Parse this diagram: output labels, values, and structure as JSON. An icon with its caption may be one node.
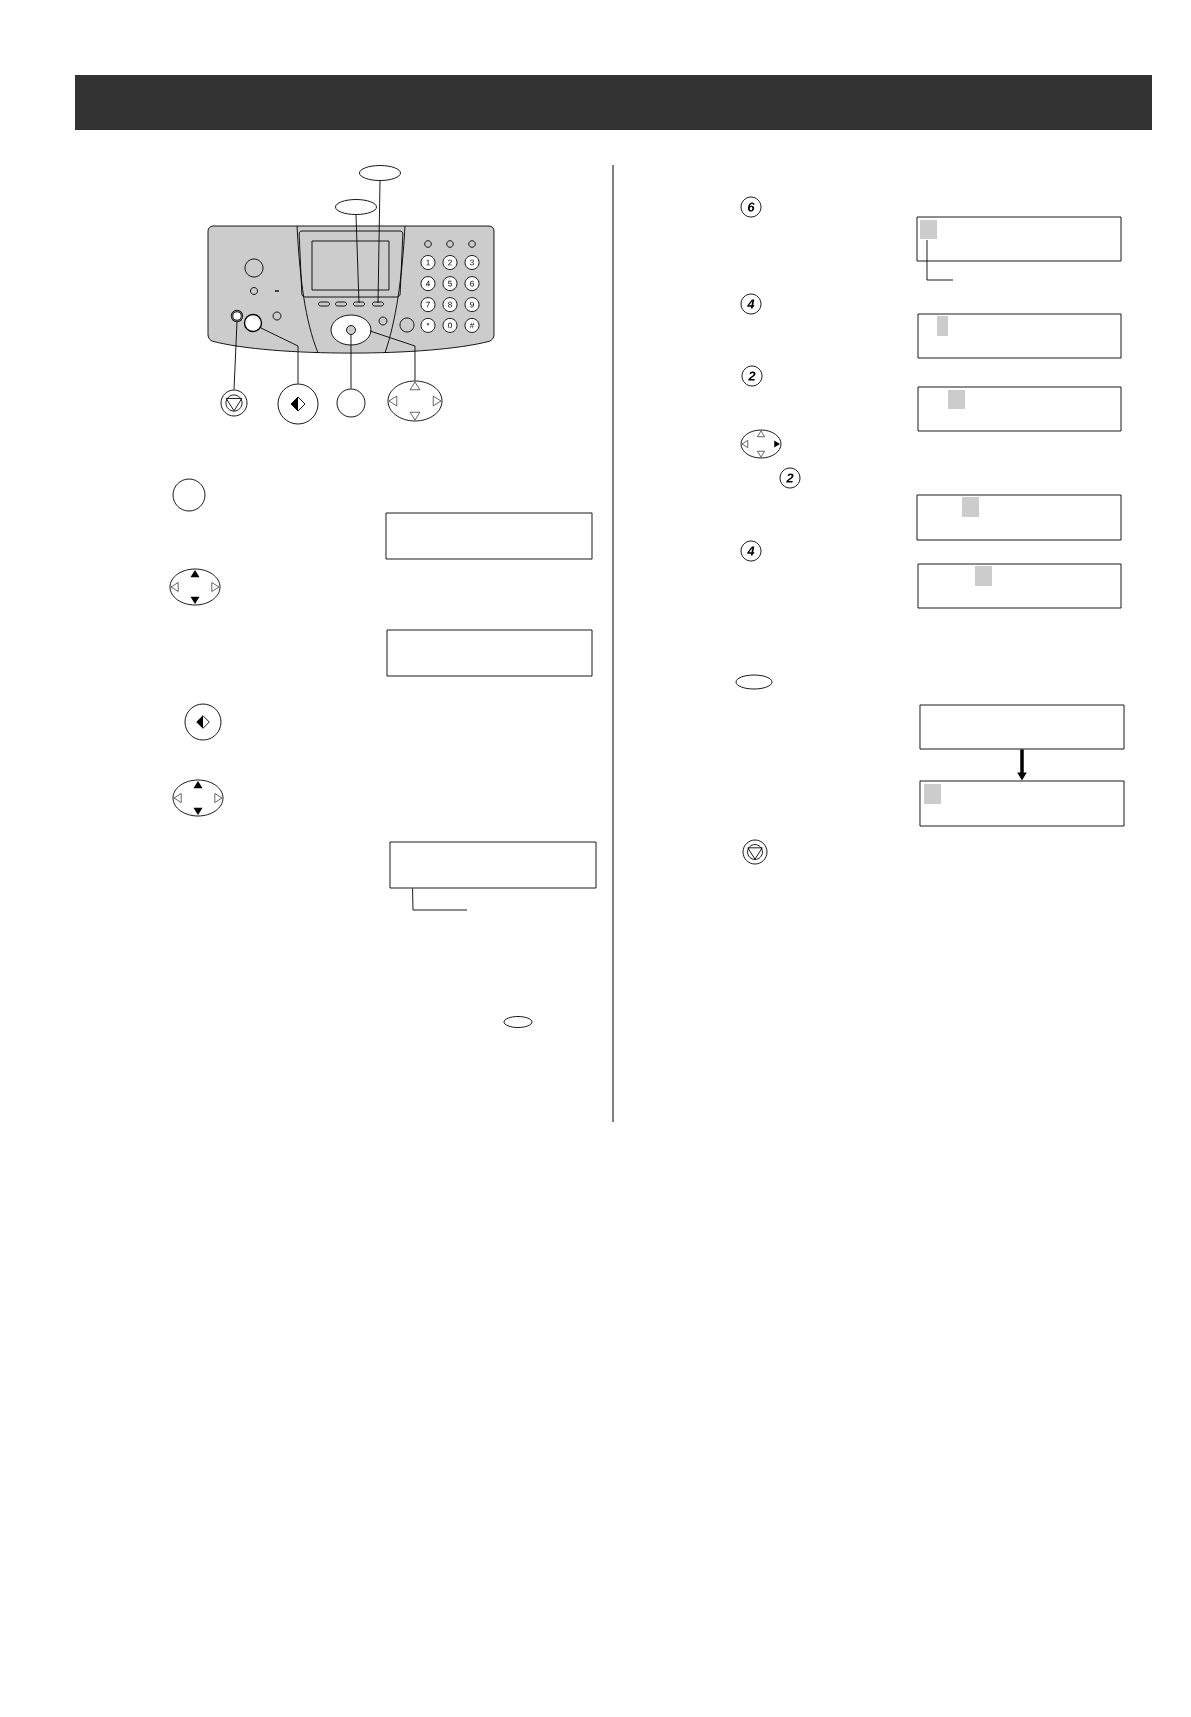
{
  "diagram": {
    "nodes": [
      {
        "text": [],
        "shape": "picture"
      },
      {
        "text": [],
        "shape": "ellipse"
      },
      {
        "text": [],
        "shape": "ellipse"
      },
      {
        "text": [],
        "shape": "circle"
      },
      {
        "text": [],
        "shape": "circle"
      },
      {
        "text": [],
        "shape": "circle"
      },
      {
        "text": [],
        "shape": "ellipse"
      },
      {
        "text": [],
        "shape": "box"
      },
      {
        "text": [],
        "shape": "box"
      },
      {
        "text": [],
        "shape": "box"
      },
      {
        "text": [
          "6"
        ]
      },
      {
        "text": [],
        "shape": "box"
      },
      {
        "text": [
          "4"
        ]
      },
      {
        "text": [],
        "shape": "box"
      },
      {
        "text": [
          "2"
        ]
      },
      {
        "text": [],
        "shape": "box"
      },
      {
        "text": [
          "2"
        ]
      },
      {
        "text": [],
        "shape": "box"
      },
      {
        "text": [
          "4"
        ]
      },
      {
        "text": [],
        "shape": "box"
      },
      {
        "text": [],
        "shape": "box"
      },
      {
        "text": [],
        "shape": "box"
      }
    ],
    "edges": [
      {
        "from": 1,
        "to": 0,
        "arrow": "none"
      },
      {
        "from": 2,
        "to": 0,
        "arrow": "none"
      },
      {
        "from": 3,
        "to": 0,
        "arrow": "none"
      },
      {
        "from": 4,
        "to": 0,
        "arrow": "none"
      },
      {
        "from": 5,
        "to": 0,
        "arrow": "none"
      },
      {
        "from": 6,
        "to": 0,
        "arrow": "none"
      },
      {
        "from": 20,
        "to": 21,
        "arrow": "to",
        "style": "thick"
      },
      {
        "from": 9,
        "to": null,
        "arrow": "none"
      },
      {
        "from": 11,
        "to": null,
        "arrow": "none"
      }
    ],
    "labels": [
      "1",
      "2",
      "3",
      "4",
      "5",
      "6",
      "7",
      "8",
      "9",
      "*",
      "0",
      "#"
    ]
  }
}
